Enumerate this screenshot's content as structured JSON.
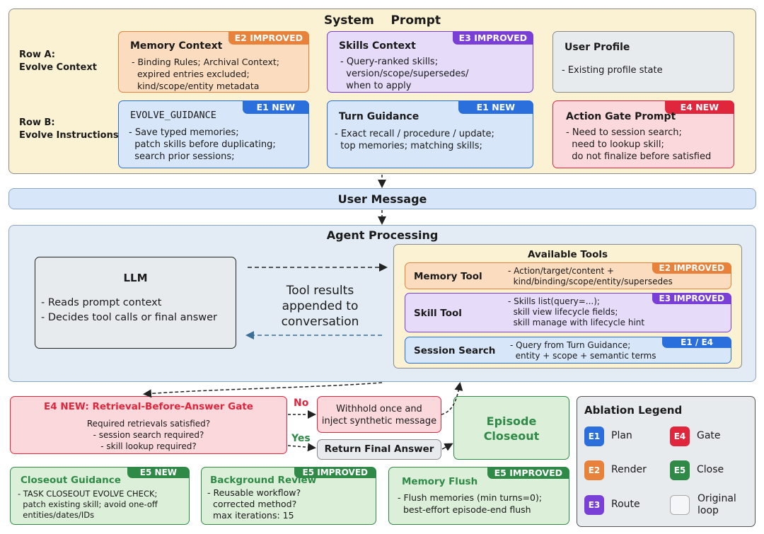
{
  "colors": {
    "orange": "#e8823a",
    "purple": "#7a3fd6",
    "blue": "#2a6fdb",
    "red": "#e0263c",
    "green": "#2e8a46",
    "orange_fill": "#fbdcbf",
    "purple_fill": "#e6dbf8",
    "blue_fill": "#d7e6f8",
    "red_fill": "#fbd8dc",
    "green_fill": "#dcefd9",
    "grey_fill": "#e8ebee"
  },
  "system_prompt": {
    "title": "System    Prompt",
    "row_a_label": "Row A:\nEvolve Context",
    "row_b_label": "Row B:\nEvolve Instructions",
    "memory_context": {
      "title": "Memory Context",
      "tag": "E2 IMPROVED",
      "body": "- Binding Rules; Archival Context;\n  expired entries excluded;\n  kind/scope/entity metadata"
    },
    "skills_context": {
      "title": "Skills Context",
      "tag": "E3 IMPROVED",
      "body": "- Query-ranked skills;\n  version/scope/supersedes/\n  when to apply"
    },
    "user_profile": {
      "title": "User Profile",
      "body": "- Existing profile state"
    },
    "evolve_guidance": {
      "title": "EVOLVE_GUIDANCE",
      "tag": "E1 NEW",
      "body": "- Save typed memories;\n  patch skills before duplicating;\n  search prior sessions;"
    },
    "turn_guidance": {
      "title": "Turn Guidance",
      "tag": "E1 NEW",
      "body": "- Exact recall / procedure / update;\n  top memories; matching skills;"
    },
    "action_gate": {
      "title": "Action Gate Prompt",
      "tag": "E4 NEW",
      "body": "- Need to session search;\n  need to lookup skill;\n  do not finalize before satisfied"
    }
  },
  "user_message": {
    "title": "User Message"
  },
  "agent_processing": {
    "title": "Agent Processing",
    "llm": {
      "title": "LLM",
      "body": "- Reads prompt context\n- Decides tool calls or final answer"
    },
    "tool_results": "Tool results\nappended to\nconversation",
    "tools": {
      "title": "Available Tools",
      "memory_tool": {
        "title": "Memory Tool",
        "tag": "E2 IMPROVED",
        "body": "- Action/target/content +\n  kind/binding/scope/entity/supersedes"
      },
      "skill_tool": {
        "title": "Skill Tool",
        "tag": "E3 IMPROVED",
        "body": "- Skills list(query=...);\n  skill view lifecycle fields;\n  skill manage with lifecycle hint"
      },
      "session_search": {
        "title": "Session Search",
        "tag": "E1 / E4",
        "body": "- Query from Turn Guidance;\n  entity + scope + semantic terms"
      }
    }
  },
  "gate": {
    "title": "E4 NEW: Retrieval-Before-Answer Gate",
    "body": "Required retrievals satisfied?\n- session search required?\n- skill lookup required?",
    "no_label": "No",
    "yes_label": "Yes",
    "withhold": "Withhold once and\ninject synthetic message",
    "return_final": "Return Final Answer",
    "episode_closeout": "Episode\nCloseout"
  },
  "closeout": {
    "guidance": {
      "title": "Closeout Guidance",
      "tag": "E5 NEW",
      "body": "- TASK CLOSEOUT EVOLVE CHECK;\n  patch existing skill; avoid one-off\n  entities/dates/IDs"
    },
    "background": {
      "title": "Background Review",
      "tag": "E5 IMPROVED",
      "body": "- Reusable workflow?\n  corrected method?\n  max iterations: 15"
    },
    "flush": {
      "title": "Memory Flush",
      "tag": "E5 IMPROVED",
      "body": "- Flush memories (min turns=0);\n  best-effort episode-end flush"
    }
  },
  "legend": {
    "title": "Ablation Legend",
    "items": [
      {
        "code": "E1",
        "label": "Plan",
        "color": "#2a6fdb"
      },
      {
        "code": "E4",
        "label": "Gate",
        "color": "#e0263c"
      },
      {
        "code": "E2",
        "label": "Render",
        "color": "#e8823a"
      },
      {
        "code": "E5",
        "label": "Close",
        "color": "#2e8a46"
      },
      {
        "code": "E3",
        "label": "Route",
        "color": "#7a3fd6"
      }
    ],
    "original": "Original\nloop"
  }
}
